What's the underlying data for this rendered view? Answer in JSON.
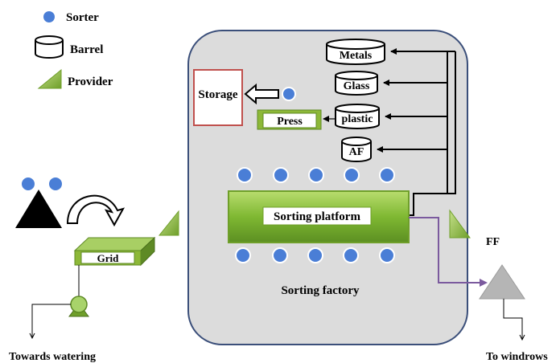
{
  "legend": {
    "sorter": "Sorter",
    "barrel": "Barrel",
    "provider": "Provider"
  },
  "factory": {
    "label": "Sorting factory",
    "storage": "Storage",
    "press": "Press",
    "platform": "Sorting platform",
    "barrels": [
      "Metals",
      "Glass",
      "plastic",
      "AF"
    ]
  },
  "left": {
    "grid": "Grid",
    "towards": "Towards watering"
  },
  "right": {
    "ff": "FF",
    "to_windrows": "To windrows"
  },
  "colors": {
    "factory_fill": "#dcdcdc",
    "factory_border": "#3b4f7a",
    "sorter": "#4a7ed6",
    "provider": "#8db838",
    "platform": "#7fb832",
    "storage_border": "#c0504d",
    "purple_line": "#7b5a9e",
    "grey_triangle": "#b5b5b5"
  }
}
